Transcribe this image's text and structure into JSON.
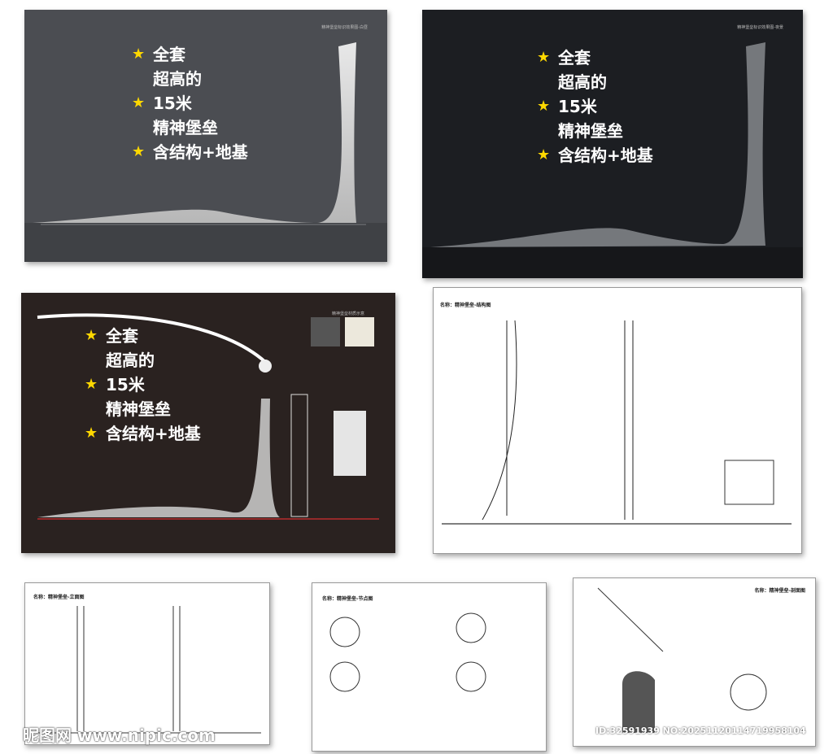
{
  "features": [
    {
      "text": "全套",
      "star": true
    },
    {
      "text": "超高的",
      "star": false
    },
    {
      "text": "15米",
      "star": true
    },
    {
      "text": "精神堡垒",
      "star": false
    },
    {
      "text": "含结构+地基",
      "star": true
    }
  ],
  "colors": {
    "star": "#ffd800",
    "panel1": "#4b4d52",
    "panel2": "#1c1e22",
    "panel3": "#2a2220"
  },
  "panels": {
    "p1": {
      "header": "精神堡垒标识效果图-白昼"
    },
    "p2": {
      "header": "精神堡垒标识效果图-夜景"
    },
    "p3": {
      "header": "精神堡垒材质示意"
    },
    "p4": {
      "title": "名称：精神堡垒-结构图"
    },
    "p5": {
      "title": "名称：精神堡垒-立面图"
    },
    "p6": {
      "title": "名称：精神堡垒-节点图"
    },
    "p7": {
      "title": "名称：精神堡垒-剖面图"
    }
  },
  "watermark": {
    "site": "昵图网 www.nipic.com",
    "id": "ID:32591939 NO:20251120114719958104"
  }
}
